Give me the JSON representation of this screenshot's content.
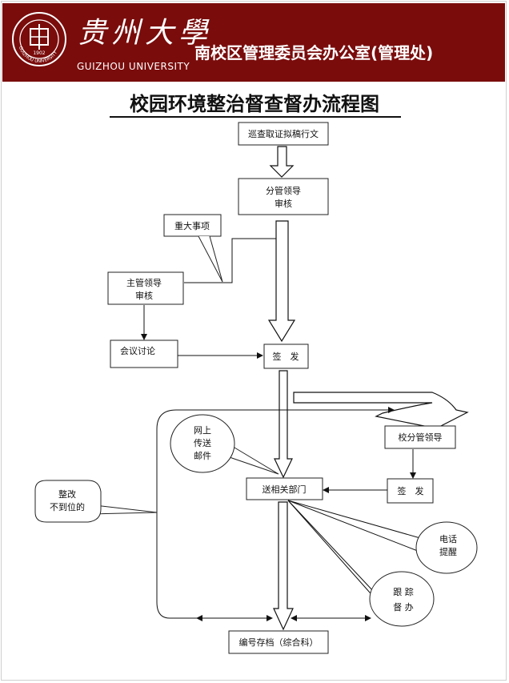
{
  "header": {
    "university_cn": "贵州大學",
    "university_en": "GUIZHOU UNIVERSITY",
    "seal_year": "1902",
    "office": "南校区管理委员会办公室(管理处)"
  },
  "title": "校园环境整治督查督办流程图",
  "nodes": {
    "inspect": "巡查取证拟稿行文",
    "branch_review": [
      "分管领导",
      "审核"
    ],
    "major_matter": "重大事项",
    "main_review": [
      "主管领导",
      "审核"
    ],
    "meeting": "会议讨论",
    "sign_issue": "签　发",
    "campus_leader": "校分管领导",
    "sign_issue_2": "签　发",
    "online": [
      "网上",
      "传送",
      "邮件"
    ],
    "send_departments": "送相关部门",
    "rectify": [
      "整改",
      "不到位的"
    ],
    "phone": [
      "电话",
      "提醒"
    ],
    "follow_up": [
      "跟  踪",
      "督  办"
    ],
    "archive": "编号存档（综合科）"
  }
}
